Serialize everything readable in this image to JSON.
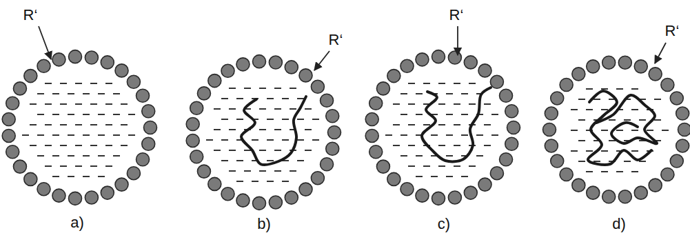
{
  "diagram": {
    "labels": [
      "R‘",
      "a)",
      "R‘",
      "b)",
      "R‘",
      "c)",
      "R‘",
      "d)"
    ]
  }
}
